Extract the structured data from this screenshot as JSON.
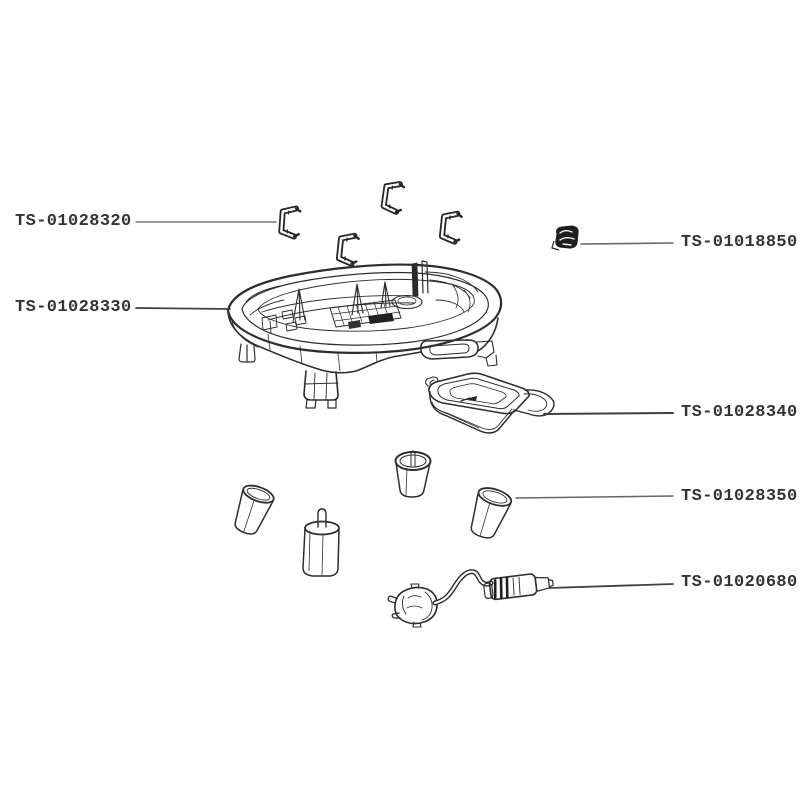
{
  "figure": {
    "kind": "exploded-parts-diagram",
    "background_color": "#ffffff",
    "line_color": "#2d2d2d",
    "leader_color": "#555555",
    "text_color": "#333333"
  },
  "parts": [
    {
      "label": "TS-01028320",
      "component": "fixing-clip",
      "side": "left"
    },
    {
      "label": "TS-01028330",
      "component": "base-housing",
      "side": "left"
    },
    {
      "label": "TS-01018850",
      "component": "indicator-light",
      "side": "right"
    },
    {
      "label": "TS-01028340",
      "component": "drip-tray",
      "side": "right"
    },
    {
      "label": "TS-01028350",
      "component": "foot-cup",
      "side": "right"
    },
    {
      "label": "TS-01020680",
      "component": "power-cord",
      "side": "right"
    }
  ]
}
